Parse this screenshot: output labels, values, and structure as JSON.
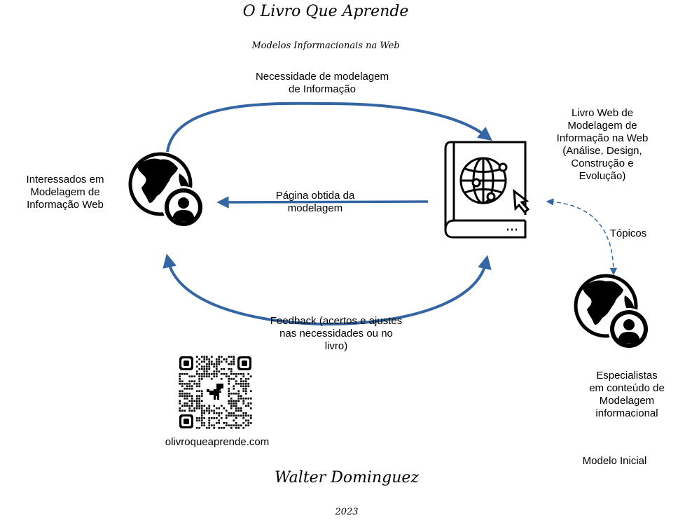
{
  "header": {
    "title": "O Livro Que Aprende",
    "subtitle": "Modelos Informacionais na Web"
  },
  "colors": {
    "arrow": "#3465a4",
    "icon": "#000000"
  },
  "nodes": {
    "interessados": {
      "label": [
        "Interessados em",
        "Modelagem de",
        "Informação Web"
      ],
      "icon": "globe-user-icon"
    },
    "livro": {
      "label": [
        "Livro Web de",
        "Modelagem de",
        "Informação na Web",
        "(Análise, Design,",
        "Construção e",
        "Evolução)"
      ],
      "icon": "book-globe-cursor-icon"
    },
    "especialistas": {
      "label": [
        "Especialistas",
        "em conteúdo de",
        "Modelagem",
        "informacional"
      ],
      "icon": "globe-user-icon"
    }
  },
  "edges": {
    "necessidade": [
      "Necessidade de modelagem",
      "de Informação"
    ],
    "pagina": [
      "Página obtida da",
      "modelagem"
    ],
    "feedback": [
      "Feedback (acertos e ajustes",
      "nas necessidades ou no",
      "livro)"
    ],
    "topicos": "Tópicos"
  },
  "qr": {
    "url_label": "olivroqueaprende.com",
    "center_icon": "dinosaur-icon"
  },
  "modelo_inicial": "Modelo Inicial",
  "footer": {
    "author": "Walter Dominguez",
    "year": "2023"
  }
}
